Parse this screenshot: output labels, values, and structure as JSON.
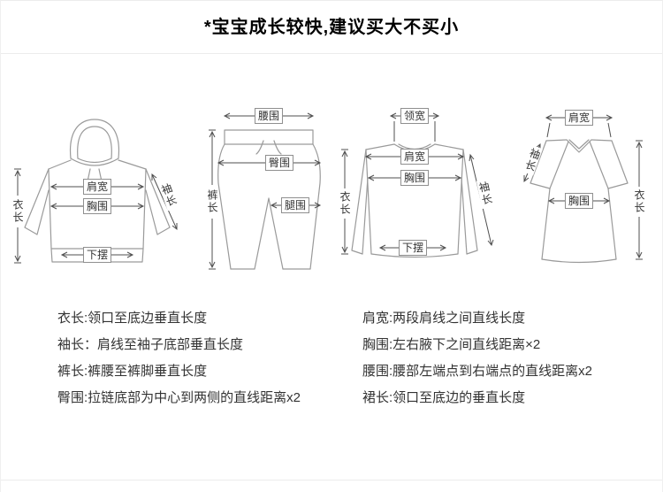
{
  "title": "*宝宝成长较快,建议买大不买小",
  "figures": {
    "hoodie": {
      "length": "衣长",
      "shoulder": "肩宽",
      "chest": "胸围",
      "sleeve": "袖长",
      "hem": "下摆"
    },
    "pants": {
      "waist": "腰围",
      "hip": "臀围",
      "length": "裤长",
      "thigh": "腿围"
    },
    "longsleeve": {
      "collar": "领宽",
      "shoulder": "肩宽",
      "chest": "胸围",
      "length": "衣长",
      "hem": "下摆",
      "sleeve": "袖长"
    },
    "tee": {
      "shoulder": "肩宽",
      "sleeve": "袖长",
      "chest": "胸围",
      "length": "衣长"
    }
  },
  "definitions": {
    "left": [
      "衣长:领口至底边垂直长度",
      "袖长：肩线至袖子底部垂直长度",
      "裤长:裤腰至裤脚垂直长度",
      "臀围:拉链底部为中心到两侧的直线距离x2"
    ],
    "right": [
      "肩宽:两段肩线之间直线长度",
      "胸围:左右腋下之间直线距离×2",
      "腰围:腰部左端点到右端点的直线距离x2",
      "裙长:领口至底边的垂直长度"
    ]
  }
}
